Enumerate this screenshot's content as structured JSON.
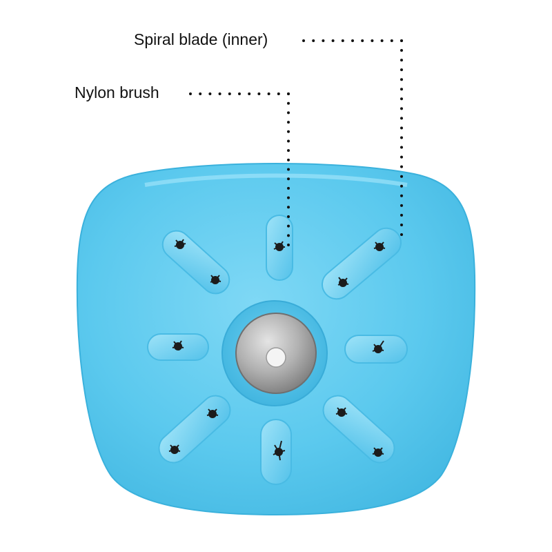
{
  "callouts": {
    "spiral_blade": "Spiral blade (inner)",
    "nylon_brush": "Nylon brush"
  },
  "colors": {
    "disc_fill": "#5bc9ee",
    "disc_edge": "#3ab1dc",
    "bristle": "#1c1c1c",
    "metal_hub": "#b8b8b8",
    "leader_dots": "#111111"
  },
  "icons": {
    "product": "brush-disc-image"
  }
}
